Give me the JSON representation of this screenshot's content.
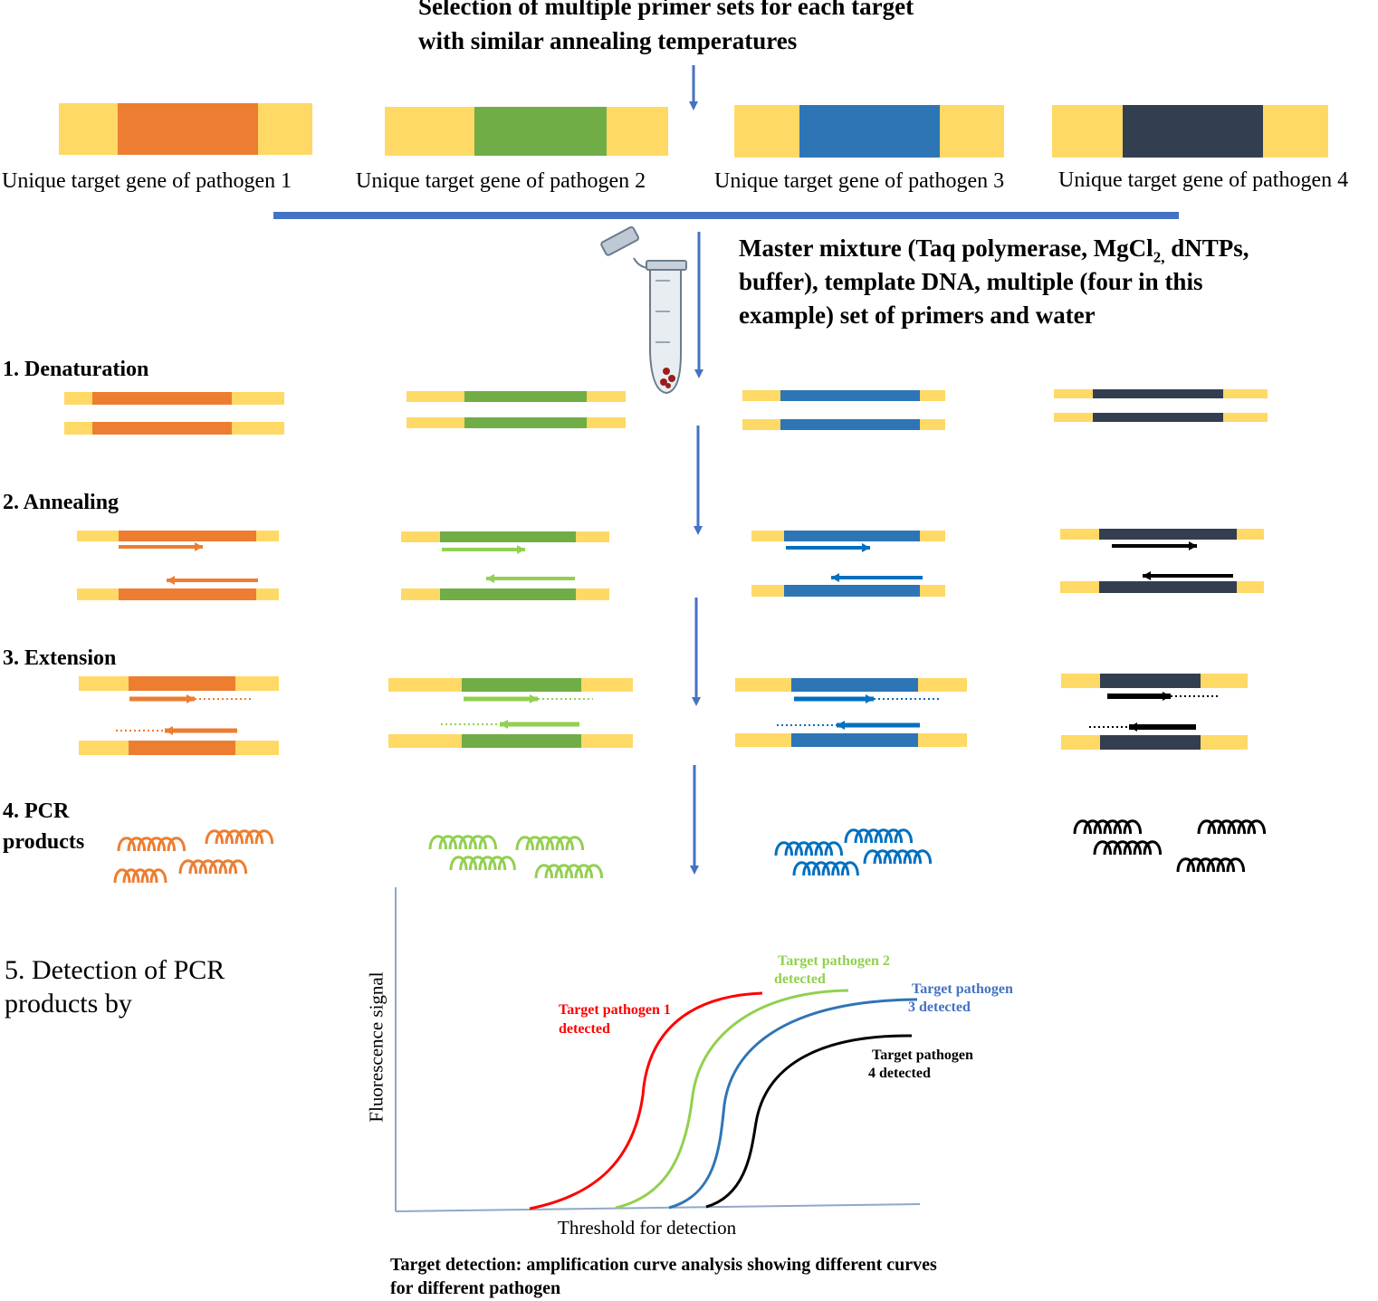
{
  "header": {
    "line1": "Selection of multiple primer sets for each target",
    "line2": "with similar annealing temperatures"
  },
  "targets": [
    {
      "label": "Unique target gene of pathogen 1",
      "color": "#ED7D31"
    },
    {
      "label": "Unique target gene of pathogen 2",
      "color": "#70AD47"
    },
    {
      "label": "Unique target gene of pathogen 3",
      "color": "#2E75B6"
    },
    {
      "label": "Unique target gene of pathogen 4",
      "color": "#333F50"
    }
  ],
  "flank_color": "#FFD966",
  "arrow_color": "#4472C4",
  "primer_colors": [
    "#ED7D31",
    "#92D050",
    "#0070C0",
    "#000000"
  ],
  "master_mix": {
    "line1_a": "Master mixture (Taq polymerase, MgCl",
    "line1_sub": "2,",
    "line1_b": " dNTPs,",
    "line2": "buffer), template DNA, multiple (four in this",
    "line3": "example) set of primers and water"
  },
  "steps": {
    "denaturation": "1. Denaturation",
    "annealing": "2. Annealing",
    "extension": "3. Extension",
    "pcr_line1": "4. PCR",
    "pcr_line2": "products",
    "detection_line1": "5. Detection of PCR",
    "detection_line2": "products by"
  },
  "chart_data": {
    "type": "line",
    "ylabel": "Fluorescence signal",
    "xlabel": "Threshold for detection",
    "caption_line1": "Target detection: amplification curve analysis showing different curves",
    "caption_line2": "for different pathogen",
    "series": [
      {
        "label_line1": "Target pathogen 1",
        "label_line2": "detected",
        "color": "#FF0000"
      },
      {
        "label_line1": "Target pathogen 2",
        "label_line2": "detected",
        "color": "#92D050"
      },
      {
        "label_line1": "Target pathogen",
        "label_line2": "3 detected",
        "color": "#2E75B6"
      },
      {
        "label_line1": "Target pathogen",
        "label_line2": "4 detected",
        "color": "#000000"
      }
    ]
  }
}
